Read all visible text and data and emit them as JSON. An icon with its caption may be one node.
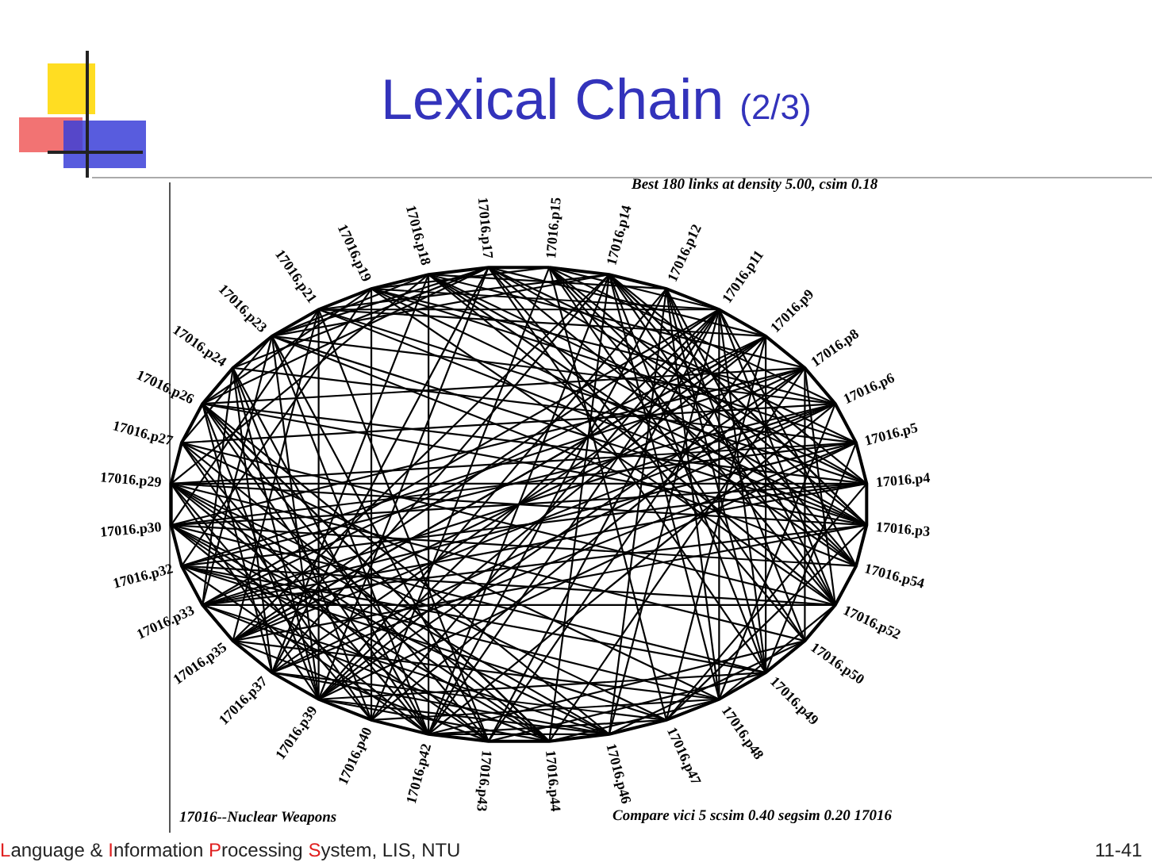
{
  "diagram": {
    "title": "Lexical Chain (2/3)",
    "labels": [
      "Best 180 links at density 5.00, csim 0.18",
      "17016.p15",
      "17016.p14",
      "17016.p12",
      "17016.p11",
      "17016.p9",
      "17016.p8",
      "17016.p6",
      "17016.p5",
      "17016.p4",
      "17016.p3",
      "17016.p54",
      "17016.p52",
      "17016.p50",
      "17016.p49",
      "17016.p48",
      "17016.p47",
      "17016.p46",
      "17016.p44",
      "17016.p43",
      "17016.p42",
      "17016.p40",
      "17016.p39",
      "17016.p37",
      "17016.p35",
      "17016.p33",
      "17016.p32",
      "17016.p30",
      "17016.p29",
      "17016.p27",
      "17016.p26",
      "17016.p24",
      "17016.p23",
      "17016.p21",
      "17016.p19",
      "17016.p18",
      "17016.p17",
      "17016--Nuclear Weapons",
      "Compare vici 5 scsim 0.40 segsim 0.20 17016",
      "Language & Information Processing System, LIS, NTU",
      "11-41"
    ]
  }
}
